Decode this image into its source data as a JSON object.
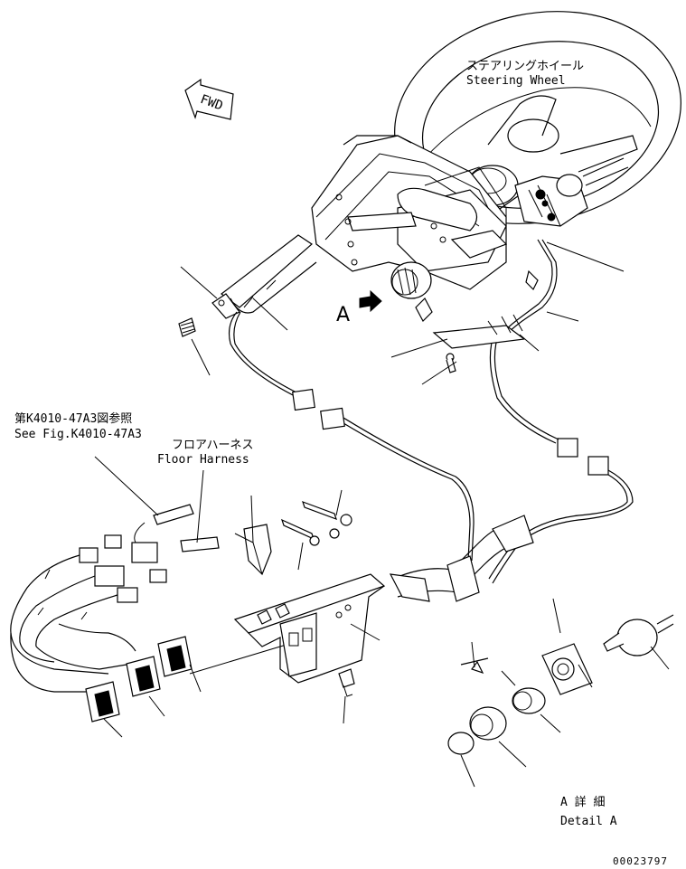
{
  "labels": {
    "steering_wheel_jp": "ステアリングホイール",
    "steering_wheel_en": "Steering Wheel",
    "fwd": "FWD",
    "view_a": "A",
    "see_fig_jp": "第K4010-47A3図参照",
    "see_fig_en": "See Fig.K4010-47A3",
    "floor_harness_jp": "フロアハーネス",
    "floor_harness_en": "Floor Harness",
    "detail_a_jp": "A 詳 細",
    "detail_a_en": "Detail A",
    "drawing_number": "00023797"
  }
}
